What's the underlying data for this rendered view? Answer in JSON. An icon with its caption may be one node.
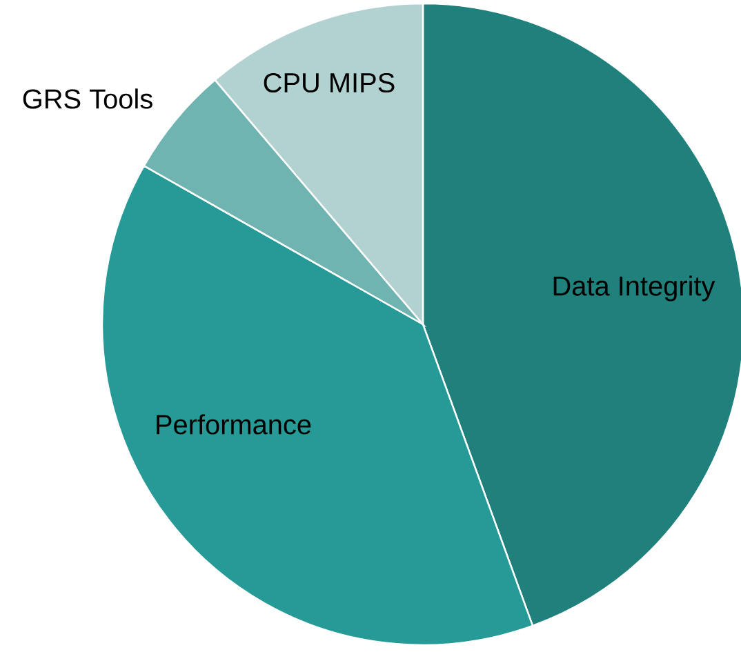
{
  "diagram": {
    "labels": [
      "GRS Tools",
      "CPU MIPS",
      "Data Integrity",
      "Performance"
    ]
  }
}
